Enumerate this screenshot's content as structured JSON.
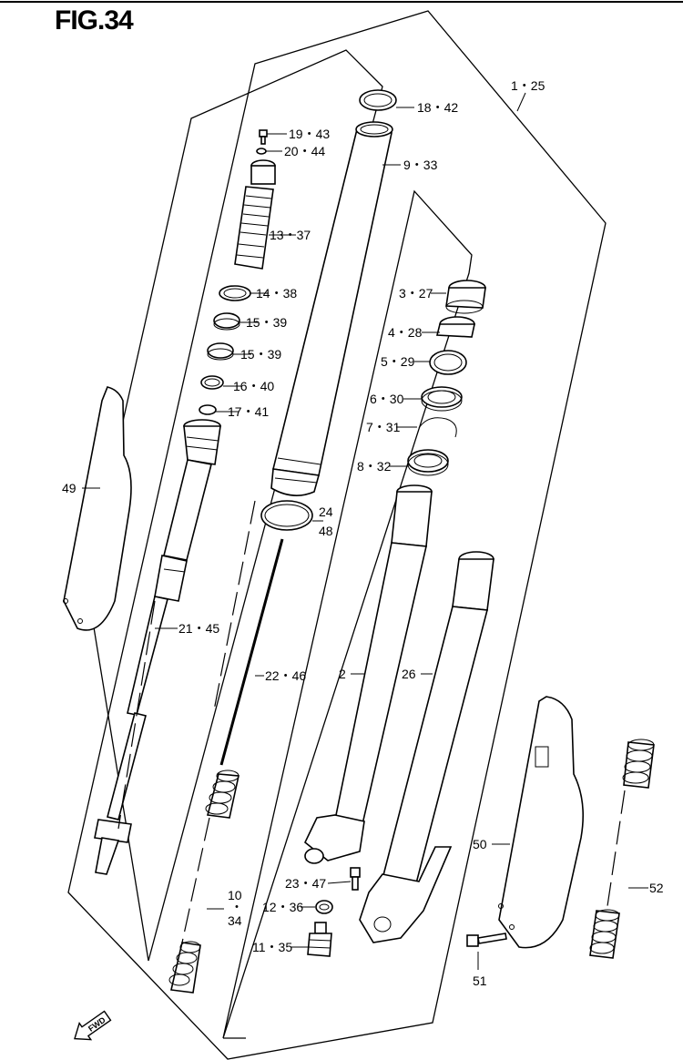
{
  "figure": {
    "title": "FIG.34"
  },
  "labels": {
    "p1_25": "1・25",
    "p18_42": "18・42",
    "p19_43": "19・43",
    "p20_44": "20・44",
    "p9_33": "9・33",
    "p13_37": "13・37",
    "p14_38": "14・38",
    "p15_39a": "15・39",
    "p15_39b": "15・39",
    "p16_40": "16・40",
    "p17_41": "17・41",
    "p3_27": "3・27",
    "p4_28": "4・28",
    "p5_29": "5・29",
    "p6_30": "6・30",
    "p7_31": "7・31",
    "p8_32": "8・32",
    "p24": "24",
    "p48": "48",
    "p49": "49",
    "p21_45": "21・45",
    "p22_46": "22・46",
    "p2": "2",
    "p26": "26",
    "p50": "50",
    "p52": "52",
    "p23_47": "23・47",
    "p12_36": "12・36",
    "p11_35": "11・35",
    "p10": "10",
    "p10_dot": "・",
    "p34": "34",
    "p51": "51",
    "fwd": "FWD"
  },
  "icons": {
    "fwd_arrow": "fwd-arrow-icon"
  }
}
